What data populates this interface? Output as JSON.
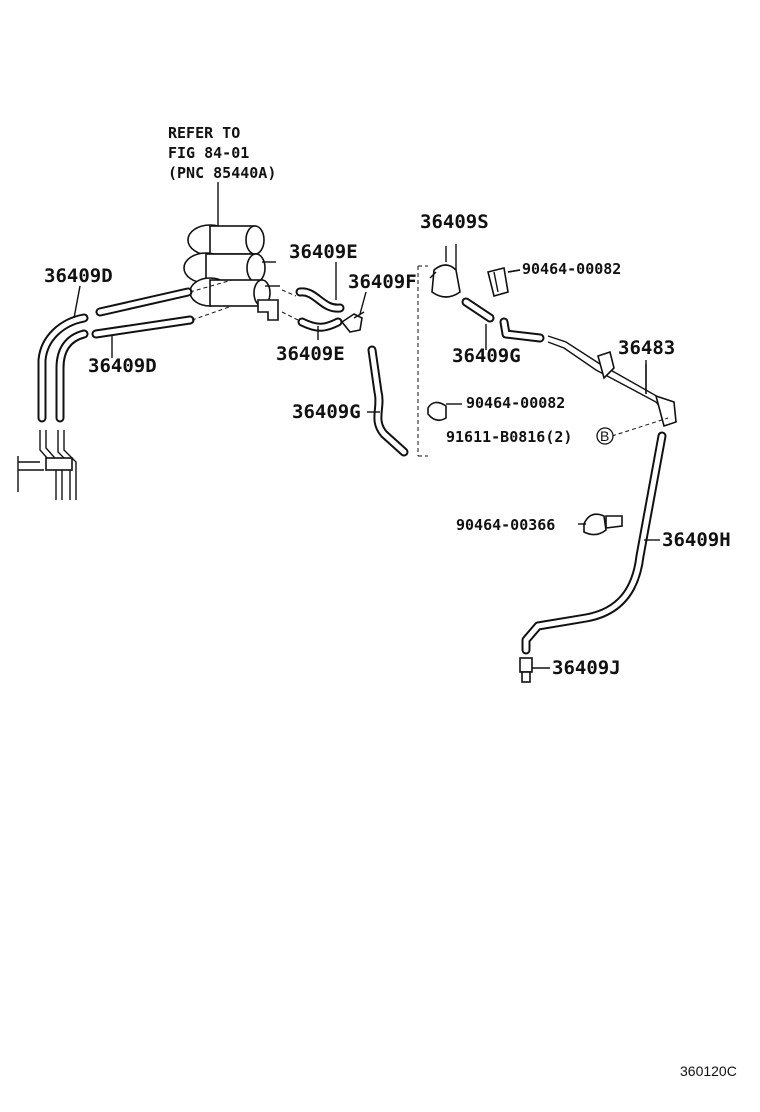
{
  "refer": {
    "line1": "REFER TO",
    "line2": "FIG 84-01",
    "line3": "(PNC 85440A)"
  },
  "labels": {
    "p36409D_top": "36409D",
    "p36409D_bottom": "36409D",
    "p36409E_top": "36409E",
    "p36409E_bottom": "36409E",
    "p36409F": "36409F",
    "p36409G_left": "36409G",
    "p36409G_right": "36409G",
    "p36409S": "36409S",
    "p90464_00082_top": "90464-00082",
    "p90464_00082_mid": "90464-00082",
    "p91611": "91611-B0816(2)",
    "bolt_marker": "B",
    "p36483": "36483",
    "p90464_00366": "90464-00366",
    "p36409H": "36409H",
    "p36409J": "36409J"
  },
  "footer": {
    "code": "360120C"
  }
}
